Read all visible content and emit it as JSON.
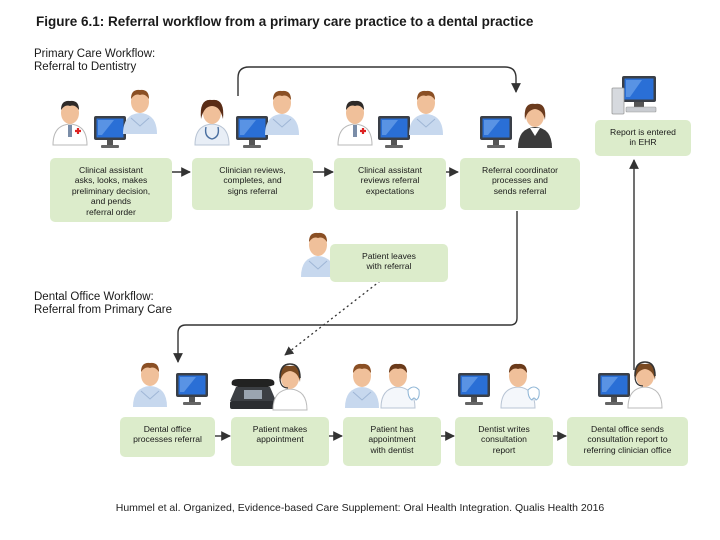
{
  "title": "Figure 6.1: Referral workflow from a primary care practice to a dental practice",
  "primary_section": {
    "heading_line1": "Primary Care Workflow:",
    "heading_line2": "Referral to Dentistry",
    "steps": [
      "Clinical assistant\nasks, looks, makes\npreliminary decision,\nand pends\nreferral order",
      "Clinician reviews,\ncompletes, and\nsigns referral",
      "Clinical assistant\nreviews referral\nexpectations",
      "Referral coordinator\nprocesses and\nsends referral"
    ],
    "ehr_note": "Report is entered\nin EHR",
    "patient_note": "Patient leaves\nwith referral"
  },
  "dental_section": {
    "heading_line1": "Dental Office Workflow:",
    "heading_line2": "Referral from Primary Care",
    "steps": [
      "Dental office\nprocesses referral",
      "Patient makes\nappointment",
      "Patient has\nappointment\nwith dentist",
      "Dentist writes\nconsultation\nreport",
      "Dental office sends\nconsultation report to\nreferring clinician office"
    ]
  },
  "caption": "Hummel et al. Organized, Evidence-based Care Supplement: Oral Health Integration. Qualis Health 2016",
  "colors": {
    "box_fill": "#dceccb",
    "arrow": "#333333",
    "monitor_blue": "#2a6fd6",
    "skin": "#f0c09a"
  },
  "icons": {
    "people": "person-icon",
    "computers": "monitor-icon",
    "phone": "desk-phone-icon",
    "ehr": "computer-workstation-icon"
  }
}
